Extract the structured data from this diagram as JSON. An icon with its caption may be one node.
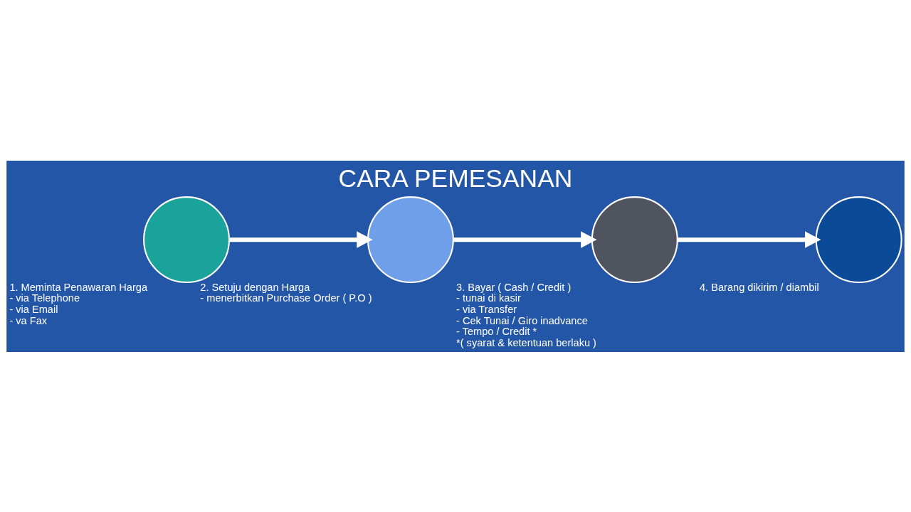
{
  "diagram": {
    "title": "CARA PEMESANAN",
    "nodes": [
      {
        "text": [],
        "shape": "circle",
        "beside": [
          "1. Meminta Penawaran Harga",
          "- via Telephone",
          "- via Email",
          "- va Fax"
        ]
      },
      {
        "text": [],
        "shape": "circle",
        "beside": [
          "2. Setuju dengan Harga",
          "- menerbitkan Purchase Order ( P.O )"
        ]
      },
      {
        "text": [],
        "shape": "circle",
        "beside": [
          "3. Bayar ( Cash / Credit )",
          "- tunai di kasir",
          "- via Transfer",
          "- Cek Tunai / Giro inadvance",
          "- Tempo / Credit *",
          "*( syarat & ketentuan berlaku )"
        ]
      },
      {
        "text": [],
        "shape": "circle",
        "beside": [
          "4. Barang dikirim / diambil"
        ]
      }
    ],
    "edges": [
      {
        "from": 0,
        "to": 1,
        "arrow": "to"
      },
      {
        "from": 1,
        "to": 2,
        "arrow": "to"
      },
      {
        "from": 2,
        "to": 3,
        "arrow": "to"
      }
    ]
  }
}
